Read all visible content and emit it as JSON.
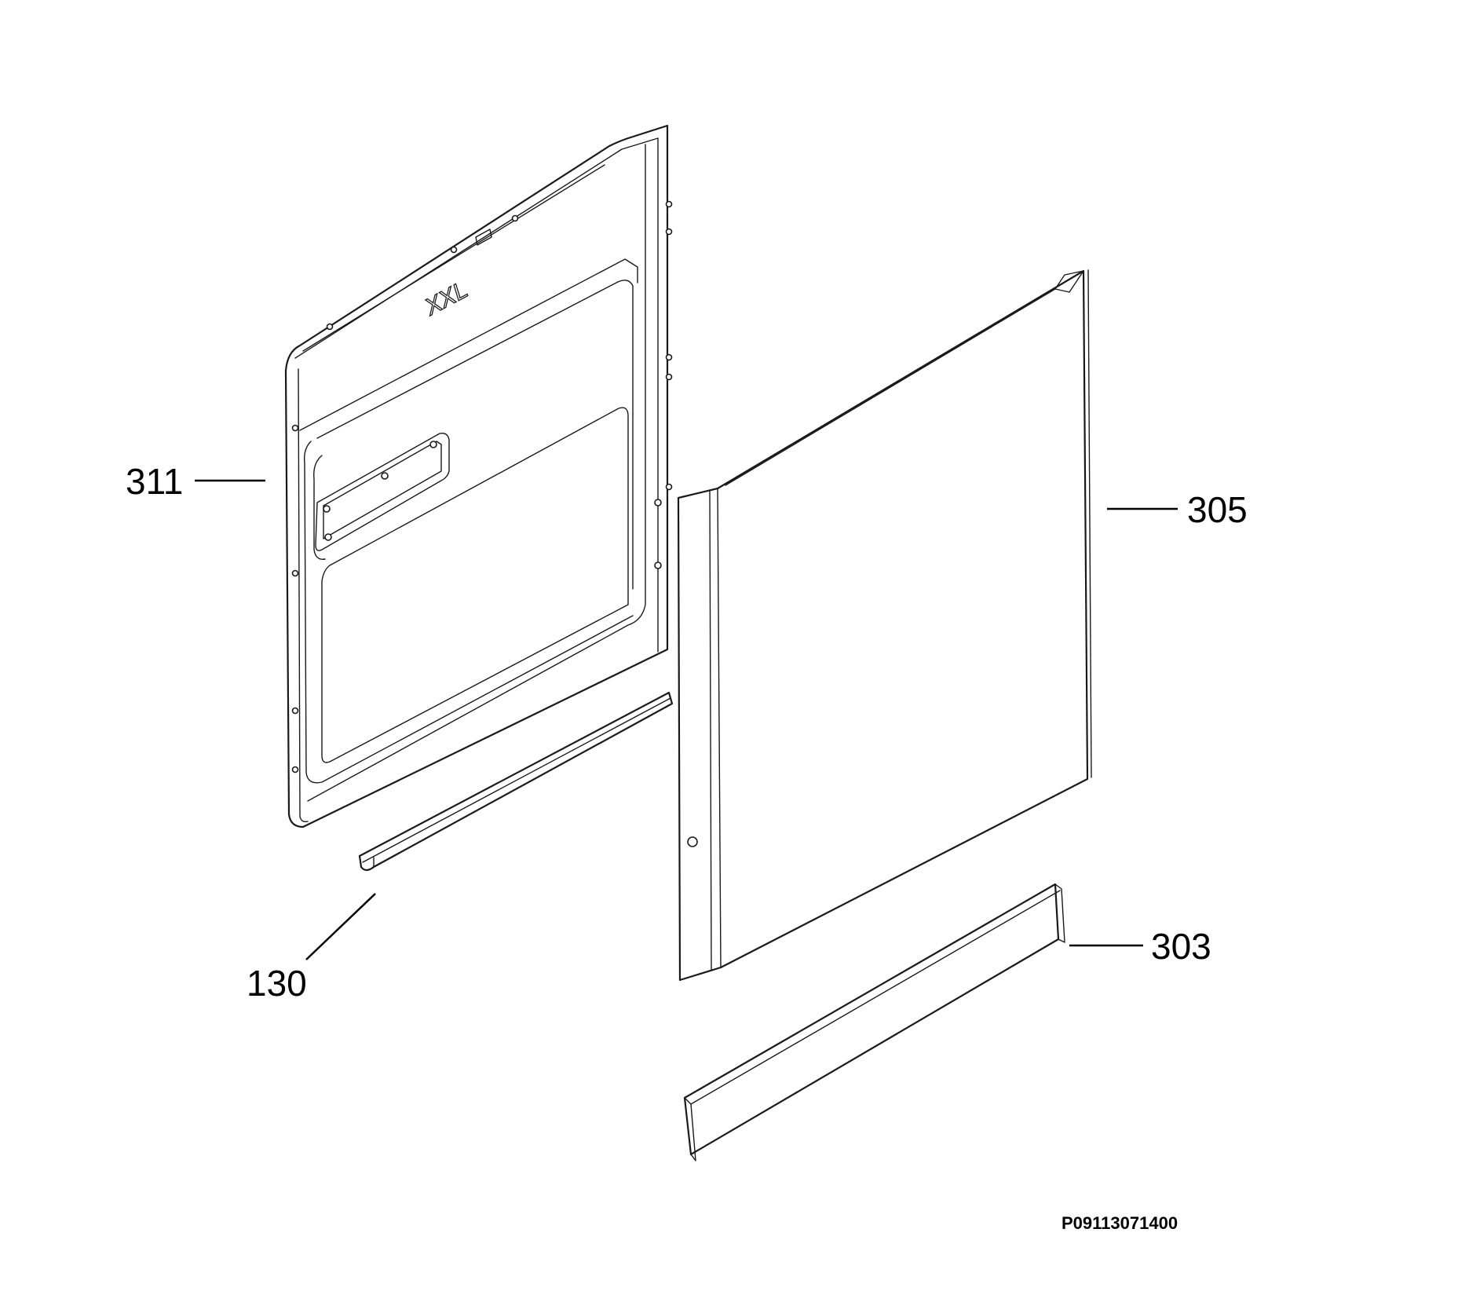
{
  "parts": [
    {
      "id": "inner-door",
      "number": "311"
    },
    {
      "id": "outer-door-panel",
      "number": "305"
    },
    {
      "id": "seal-strip",
      "number": "130"
    },
    {
      "id": "kick-plate",
      "number": "303"
    }
  ],
  "inner_door_logo": "XXL",
  "drawing_code": "P09113071400"
}
